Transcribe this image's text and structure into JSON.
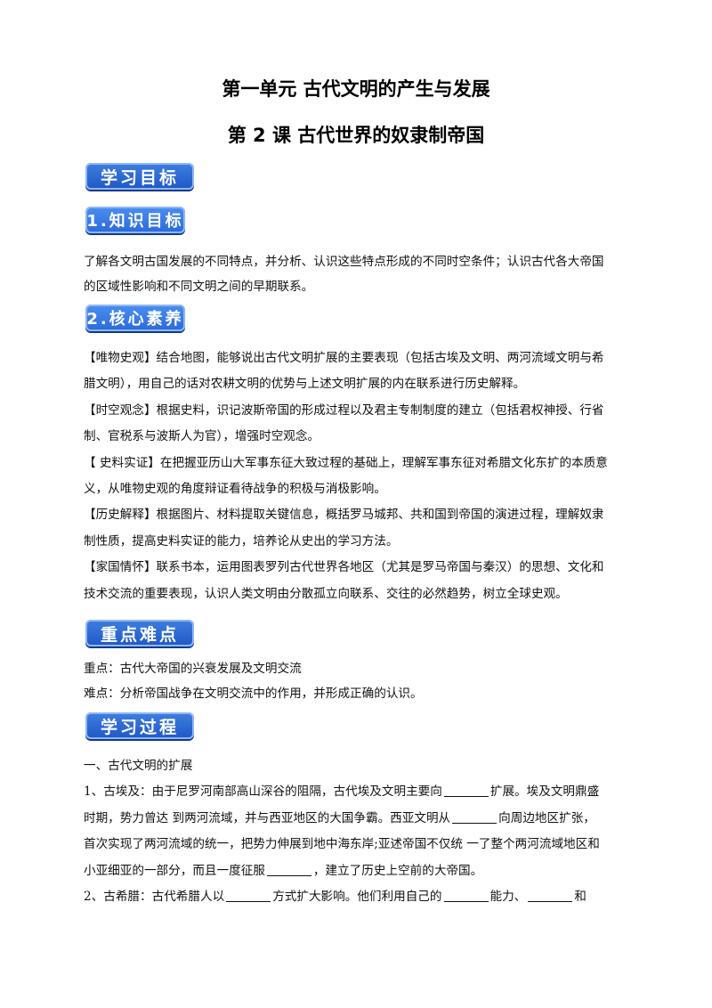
{
  "unit_title": "第一单元  古代文明的产生与发展",
  "lesson_title": "第 2 课  古代世界的奴隶制帝国",
  "badges": {
    "learning_goals": "学习目标",
    "knowledge_goals": "1.知识目标",
    "core_literacy": "2.核心素养",
    "key_difficult": "重点难点",
    "learning_process": "学习过程"
  },
  "knowledge": [
    "了解各文明古国发展的不同特点，并分析、认识这些特点形成的不同时空条件；认识古代各大帝国",
    "的区域性影响和不同文明之间的早期联系。"
  ],
  "literacy": [
    "【唯物史观】结合地图，能够说出古代文明扩展的主要表现（包括古埃及文明、两河流域文明与希",
    "腊文明），用自己的话对农耕文明的优势与上述文明扩展的内在联系进行历史解释。",
    "【时空观念】根据史料，识记波斯帝国的形成过程以及君主专制制度的建立（包括君权神授、行省",
    "制、官税系与波斯人为官），增强时空观念。",
    "【 史料实证】在把握亚历山大军事东征大致过程的基础上，理解军事东征对希腊文化东扩的本质意",
    "义，从唯物史观的角度辩证看待战争的积极与消极影响。",
    "【历史解释】根据图片、材料提取关键信息，概括罗马城邦、共和国到帝国的演进过程，理解奴隶",
    "制性质，提高史料实证的能力，培养论从史出的学习方法。",
    "【家国情怀】联系书本，运用图表罗列古代世界各地区（尤其是罗马帝国与秦汉）的思想、文化和",
    "技术交流的重要表现，认识人类文明由分散孤立向联系、交往的必然趋势，树立全球史观。"
  ],
  "key_points": {
    "key": "重点：古代大帝国的兴衰发展及文明交流",
    "difficult": "难点：分析帝国战争在文明交流中的作用，并形成正确的认识。"
  },
  "process": {
    "section1": "一、古代文明的扩展",
    "p1_l1_a": "1、古埃及：由于尼罗河南部高山深谷的阻隔，古代埃及文明主要向",
    "p1_l1_b": "扩展。埃及文明鼎盛",
    "p1_l2_a": "时期，势力曾达  到两河流域，并与西亚地区的大国争霸。西亚文明从",
    "p1_l2_b": "向周边地区扩张，",
    "p1_l3": "首次实现了两河流域的统一，把势力伸展到地中海东岸;亚述帝国不仅统  一了整个两河流域地区和",
    "p1_l4_a": "小亚细亚的一部分，而且一度征服",
    "p1_l4_b": "，建立了历史上空前的大帝国。",
    "p2_a": "2、古希腊：古代希腊人以",
    "p2_b": "方式扩大影响。他们利用自己的",
    "p2_c": "能力、",
    "p2_d": "和"
  }
}
